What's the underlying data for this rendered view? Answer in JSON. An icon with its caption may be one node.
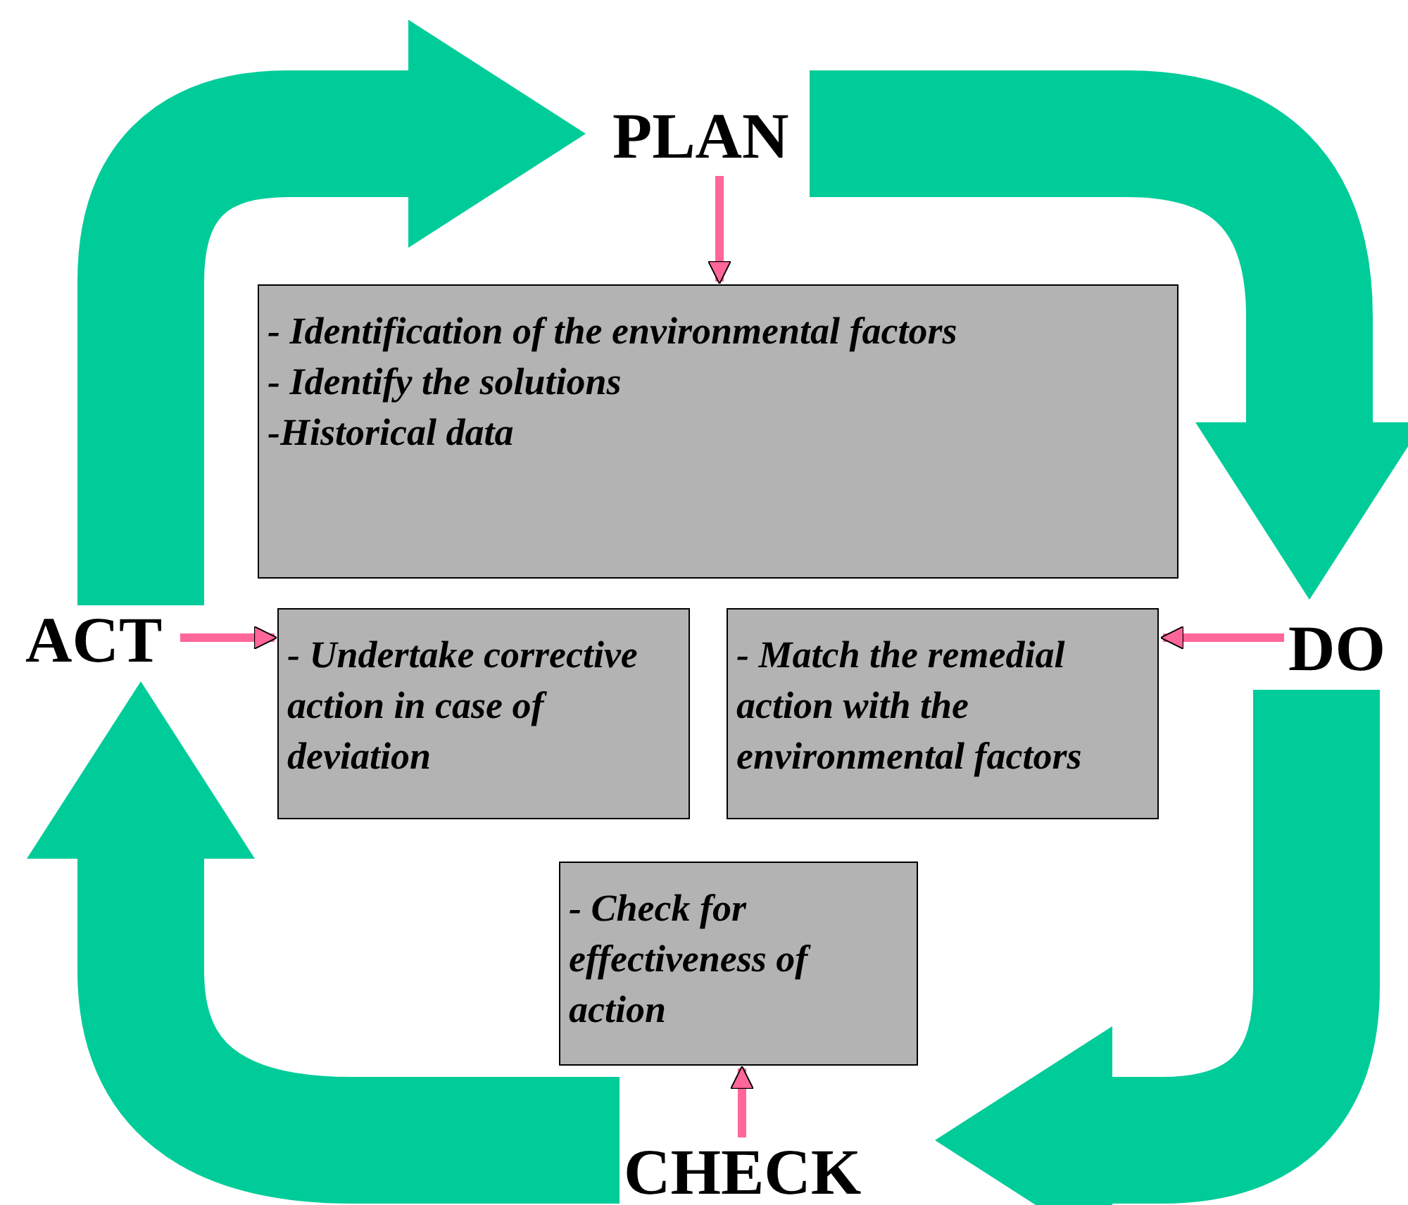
{
  "diagram": {
    "nodes": [
      {
        "text": [
          "PLAN"
        ]
      },
      {
        "text": [
          "DO"
        ]
      },
      {
        "text": [
          "CHECK"
        ]
      },
      {
        "text": [
          "ACT"
        ]
      },
      {
        "text": [
          "- Identification of the environmental factors",
          "- Identify the solutions",
          "-Historical data"
        ]
      },
      {
        "text": [
          "- Undertake corrective action in case of deviation"
        ]
      },
      {
        "text": [
          "- Match the remedial action with the environmental factors"
        ]
      },
      {
        "text": [
          "- Check for effectiveness of action"
        ]
      }
    ],
    "edges": [
      {
        "from": 0,
        "to": 4,
        "arrow": "to",
        "color": "#ff6699"
      },
      {
        "from": 1,
        "to": 6,
        "arrow": "to",
        "color": "#ff6699"
      },
      {
        "from": 2,
        "to": 7,
        "arrow": "to",
        "color": "#ff6699"
      },
      {
        "from": 3,
        "to": 5,
        "arrow": "to",
        "color": "#ff6699"
      },
      {
        "from": 3,
        "to": 0,
        "arrow": "to",
        "style": "thick",
        "color": "#00cc99"
      },
      {
        "from": 0,
        "to": 1,
        "arrow": "to",
        "style": "thick",
        "color": "#00cc99"
      },
      {
        "from": 1,
        "to": 2,
        "arrow": "to",
        "style": "thick",
        "color": "#00cc99"
      },
      {
        "from": 2,
        "to": 3,
        "arrow": "to",
        "style": "thick",
        "color": "#00cc99"
      }
    ]
  }
}
